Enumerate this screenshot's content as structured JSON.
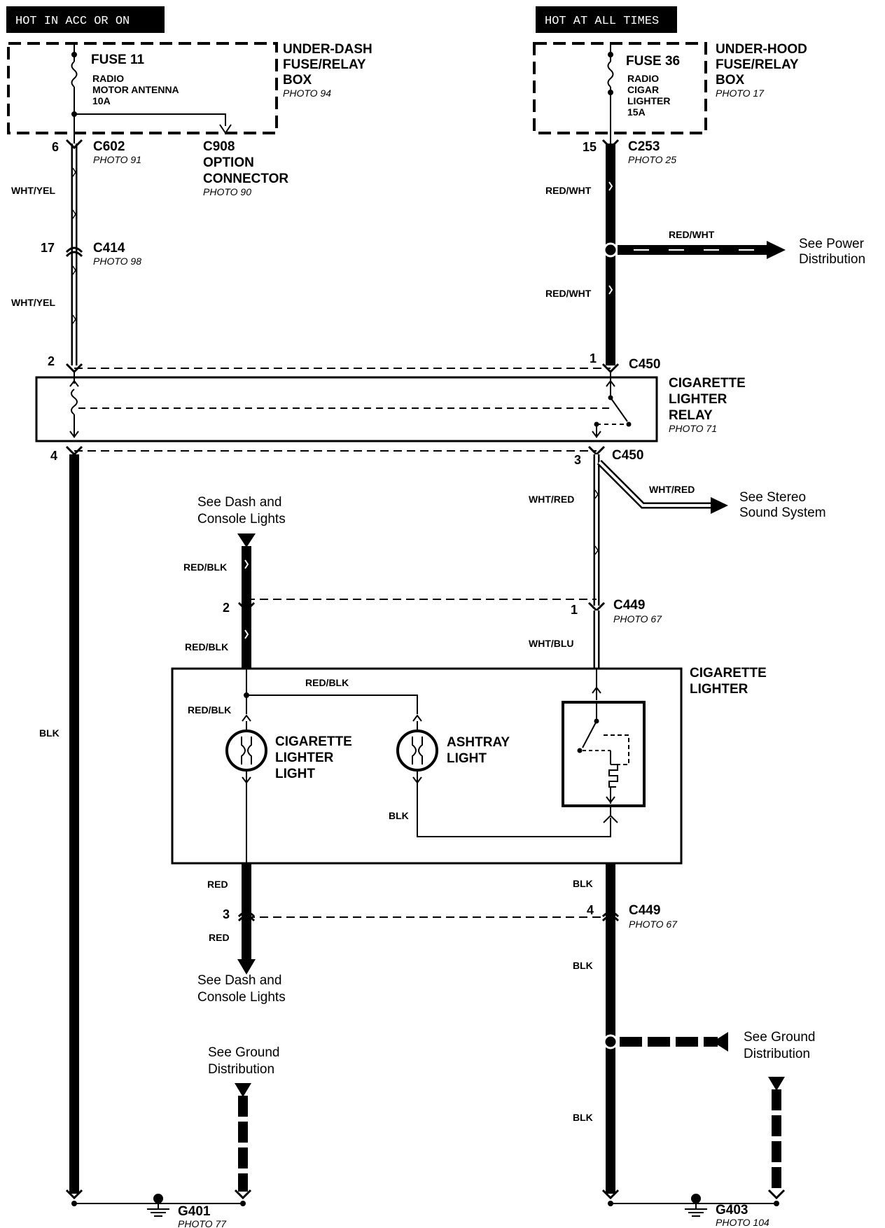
{
  "headers": {
    "left": "HOT IN ACC OR ON",
    "right": "HOT AT ALL TIMES"
  },
  "underdash_box": {
    "line1": "UNDER-DASH",
    "line2": "FUSE/RELAY",
    "line3": "BOX",
    "photo": "PHOTO 94"
  },
  "fuse11": {
    "name": "FUSE 11",
    "desc1": "RADIO",
    "desc2": "MOTOR ANTENNA",
    "rating": "10A"
  },
  "underhood_box": {
    "line1": "UNDER-HOOD",
    "line2": "FUSE/RELAY",
    "line3": "BOX",
    "photo": "PHOTO 17"
  },
  "fuse36": {
    "name": "FUSE 36",
    "desc1": "RADIO",
    "desc2": "CIGAR",
    "desc3": "LIGHTER",
    "rating": "15A"
  },
  "connectors": {
    "c602": {
      "name": "C602",
      "photo": "PHOTO 91",
      "pin": "6"
    },
    "c908": {
      "line1": "C908",
      "line2": "OPTION",
      "line3": "CONNECTOR",
      "photo": "PHOTO 90"
    },
    "c414": {
      "name": "C414",
      "photo": "PHOTO 98",
      "pin": "17"
    },
    "c253": {
      "name": "C253",
      "photo": "PHOTO 25",
      "pin": "15"
    },
    "c450_top": {
      "name": "C450",
      "pin_left": "2",
      "pin_right": "1"
    },
    "c450_bottom": {
      "name": "C450",
      "pin_left": "4",
      "pin_right": "3"
    },
    "c449_top": {
      "name": "C449",
      "photo": "PHOTO 67",
      "pin_left": "2",
      "pin_right": "1"
    },
    "c449_bottom": {
      "name": "C449",
      "photo": "PHOTO 67",
      "pin_left": "3",
      "pin_right": "4"
    }
  },
  "relay": {
    "line1": "CIGARETTE",
    "line2": "LIGHTER",
    "line3": "RELAY",
    "photo": "PHOTO 71"
  },
  "lighter_box": {
    "line1": "CIGARETTE",
    "line2": "LIGHTER"
  },
  "bulbs": {
    "lighter_light": {
      "line1": "CIGARETTE",
      "line2": "LIGHTER",
      "line3": "LIGHT"
    },
    "ashtray_light": {
      "line1": "ASHTRAY",
      "line2": "LIGHT"
    }
  },
  "wires": {
    "wht_yel_1": "WHT/YEL",
    "wht_yel_2": "WHT/YEL",
    "red_wht_1": "RED/WHT",
    "red_wht_2": "RED/WHT",
    "red_wht_branch": "RED/WHT",
    "wht_red_1": "WHT/RED",
    "wht_red_branch": "WHT/RED",
    "red_blk_1": "RED/BLK",
    "red_blk_2": "RED/BLK",
    "red_blk_3": "RED/BLK",
    "red_blk_4": "RED/BLK",
    "wht_blu": "WHT/BLU",
    "blk_left": "BLK",
    "blk_inner": "BLK",
    "blk_r1": "BLK",
    "blk_r2": "BLK",
    "blk_r3": "BLK",
    "red_1": "RED",
    "red_2": "RED"
  },
  "references": {
    "power": {
      "line1": "See Power",
      "line2": "Distribution"
    },
    "stereo": {
      "line1": "See Stereo",
      "line2": "Sound System"
    },
    "dash_top": {
      "line1": "See Dash and",
      "line2": "Console Lights"
    },
    "dash_bottom": {
      "line1": "See Dash and",
      "line2": "Console Lights"
    },
    "ground_left": {
      "line1": "See Ground",
      "line2": "Distribution"
    },
    "ground_right": {
      "line1": "See Ground",
      "line2": "Distribution"
    }
  },
  "grounds": {
    "g401": {
      "name": "G401",
      "photo": "PHOTO 77"
    },
    "g403": {
      "name": "G403",
      "photo": "PHOTO 104"
    }
  }
}
